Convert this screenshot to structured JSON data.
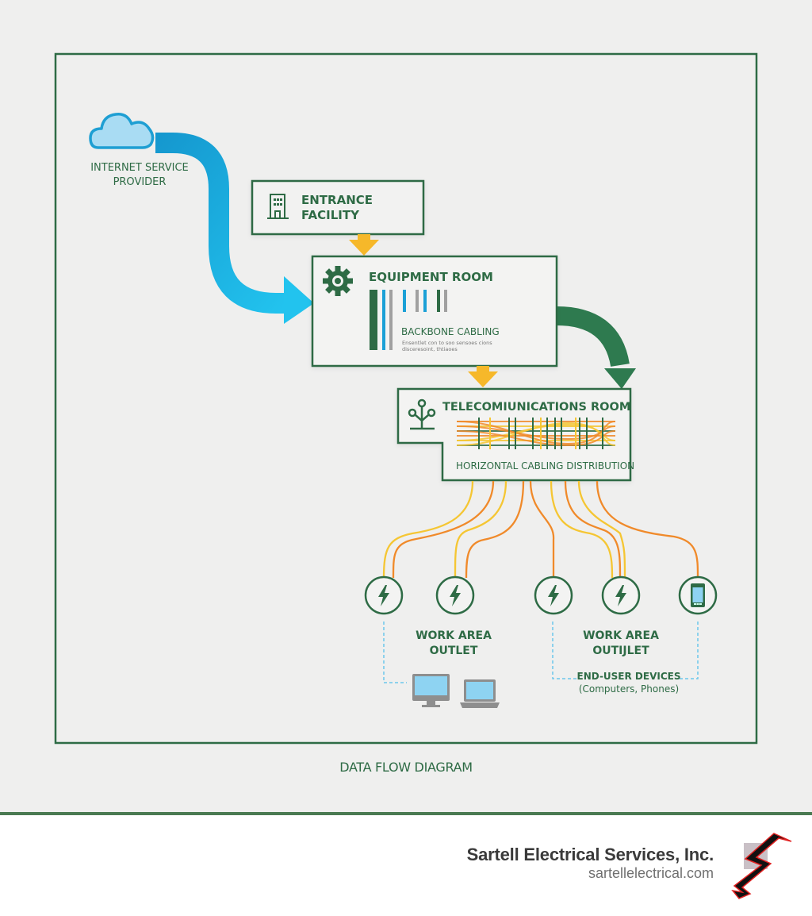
{
  "diagram": {
    "caption": "DATA FLOW DIAGRAM",
    "colors": {
      "frame": "#2e6b45",
      "isp_arrow": "#1aa0d6",
      "backbone_arrow": "#2e7a4f",
      "flow_arrow": "#f6b82a",
      "cable_yellow": "#f5c633",
      "cable_orange": "#f08a2a",
      "device_blue": "#8ed3f2",
      "dashed_link": "#6cc7ec"
    },
    "nodes": {
      "isp": {
        "line1": "INTERNET SERVICE",
        "line2": "PROVIDER",
        "icon": "cloud-icon"
      },
      "entrance": {
        "line1": "ENTRANCE",
        "line2": "FACILITY",
        "icon": "building-icon"
      },
      "equipment": {
        "title": "EQUIPMENT ROOM",
        "icon": "gear-icon",
        "sub_title": "BACKBONE CABLING",
        "sub_text_1": "Ensentlet con to soo sensoes cions",
        "sub_text_2": "disceresoint, thtiaoes"
      },
      "telecom": {
        "title": "TELECOMIUNICATIONS ROOM",
        "icon": "network-hub-icon",
        "sub_title": "HORIZONTAL CABLING DISTRIBUTION"
      },
      "outlets": [
        {
          "icon": "lightning-icon"
        },
        {
          "icon": "lightning-icon"
        },
        {
          "icon": "lightning-icon"
        },
        {
          "icon": "lightning-icon"
        },
        {
          "icon": "phone-icon"
        }
      ],
      "work_area_left": {
        "line1": "WORK AREA",
        "line2": "OUTLET"
      },
      "work_area_right": {
        "line1": "WORK AREA",
        "line2": "OUTIJLET"
      },
      "end_user": {
        "line1": "END-USER DEVICES",
        "line2": "(Computers, Phones)"
      }
    }
  },
  "footer": {
    "company": "Sartell Electrical Services, Inc.",
    "website": "sartellelectrical.com",
    "logo": "lightning-bolt-logo"
  }
}
